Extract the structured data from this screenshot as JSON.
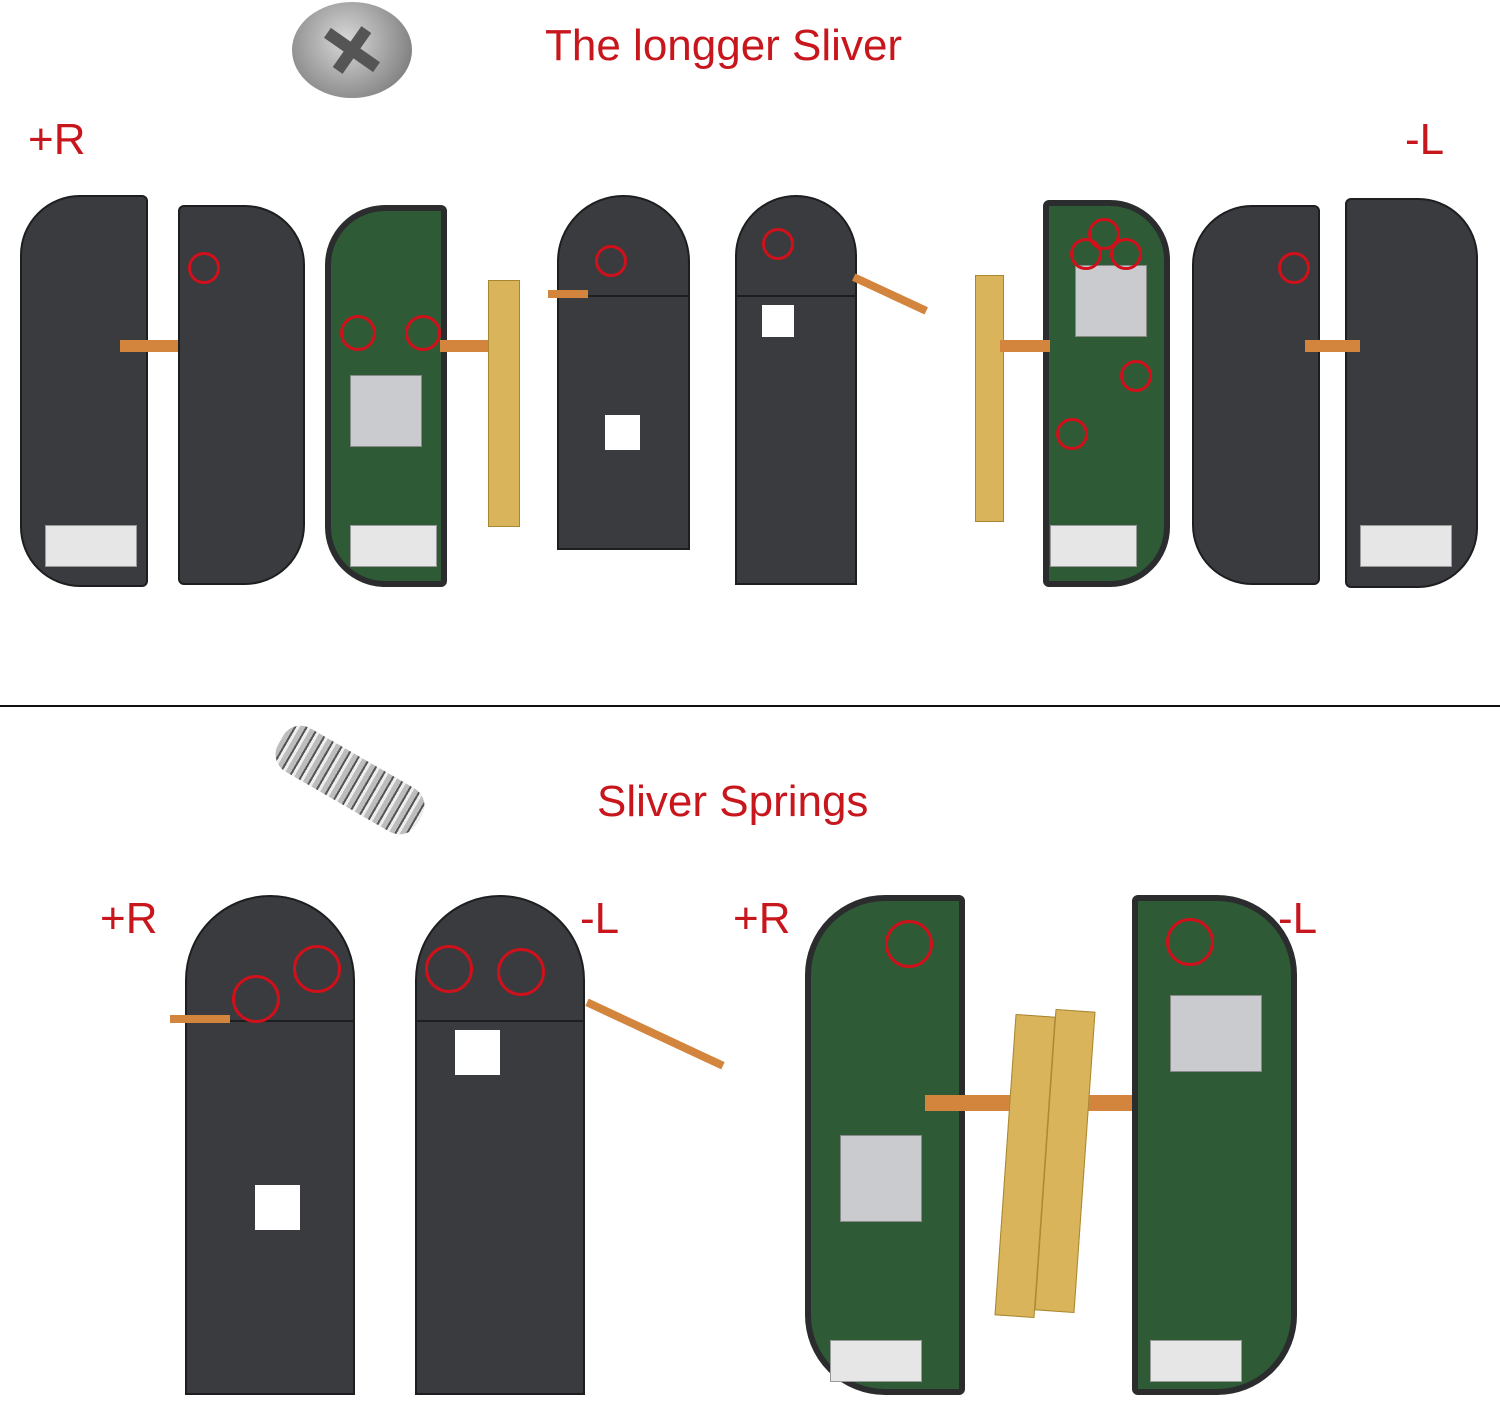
{
  "top_section": {
    "title": "The longger Sliver",
    "left_label": "+R",
    "right_label": "-L",
    "part_icon": "screw-icon"
  },
  "bottom_section": {
    "title": "Sliver Springs",
    "part_icon": "spring-icon",
    "frames_left_label": "+R",
    "frames_right_label": "-L",
    "joycons_left_label": "+R",
    "joycons_right_label": "-L"
  },
  "colors": {
    "label_red": "#c8161d",
    "highlight_ring": "#d0101a",
    "shell_gray": "#3a3b3e",
    "pcb_green": "#2f5a36",
    "slider_strip_gold": "#d9b45a",
    "flex_cable_orange": "#d3843d"
  }
}
